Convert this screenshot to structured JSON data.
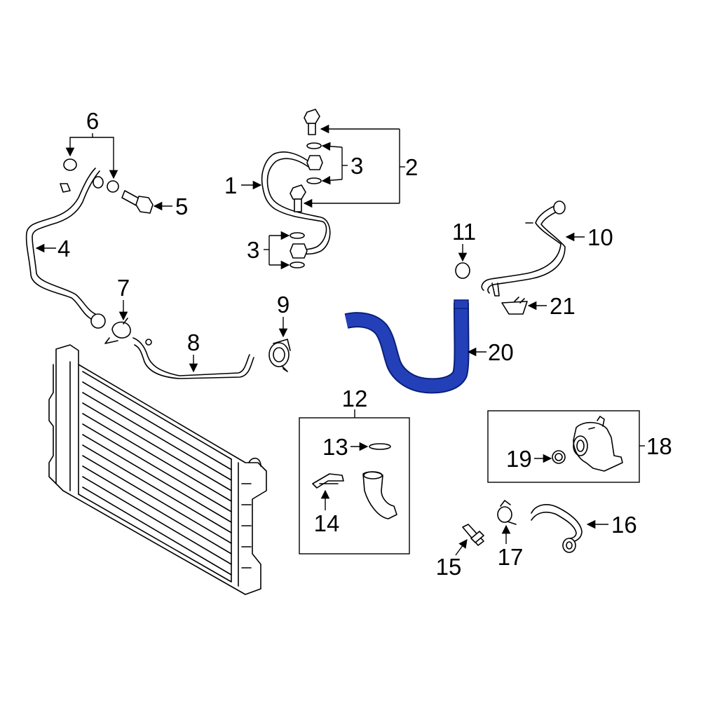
{
  "callouts": {
    "c1": "1",
    "c2": "2",
    "c3a": "3",
    "c3b": "3",
    "c4": "4",
    "c5": "5",
    "c6": "6",
    "c7": "7",
    "c8": "8",
    "c9": "9",
    "c10": "10",
    "c11": "11",
    "c12": "12",
    "c13": "13",
    "c14": "14",
    "c15": "15",
    "c16": "16",
    "c17": "17",
    "c18": "18",
    "c19": "19",
    "c20": "20",
    "c21": "21"
  },
  "colors": {
    "highlight": "#2340b8",
    "highlight_edge": "#0b1f7a",
    "line": "#000000",
    "background": "#ffffff"
  }
}
